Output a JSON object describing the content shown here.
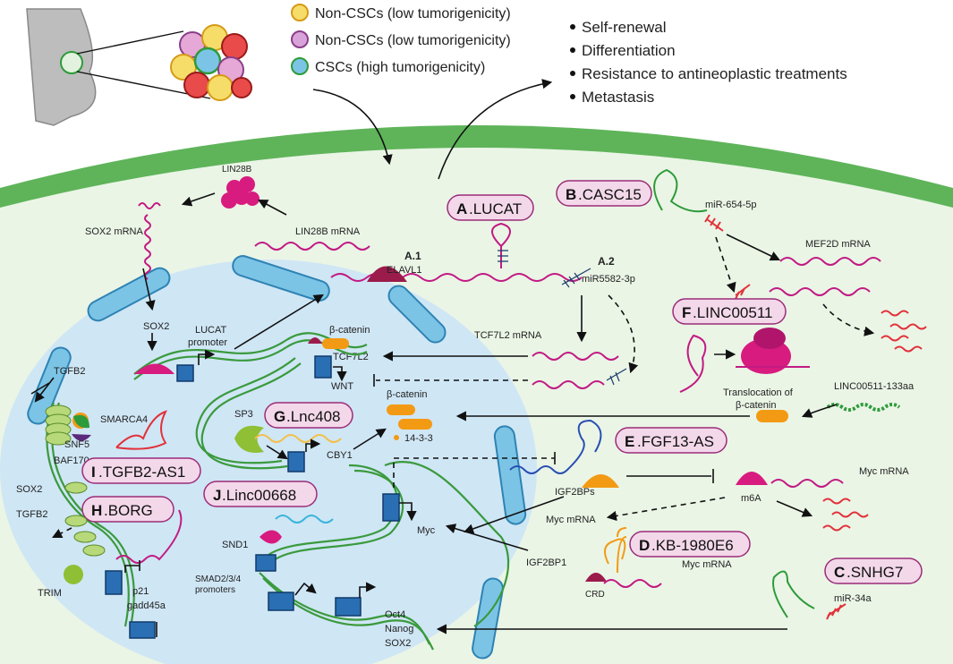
{
  "legend": {
    "item1": "Non-CSCs (low tumorigenicity)",
    "item2": "Non-CSCs (low tumorigenicity)",
    "item3": "CSCs (high tumorigenicity)"
  },
  "properties": [
    "Self-renewal",
    "Differentiation",
    "Resistance to antineoplastic treatments",
    "Metastasis"
  ],
  "lncrnas": {
    "A": {
      "letter": "A",
      "name": ".LUCAT"
    },
    "B": {
      "letter": "B",
      "name": ".CASC15"
    },
    "C": {
      "letter": "C",
      "name": ".SNHG7"
    },
    "D": {
      "letter": "D",
      "name": ".KB-1980E6"
    },
    "E": {
      "letter": "E",
      "name": ".FGF13-AS"
    },
    "F": {
      "letter": "F",
      "name": ".LINC00511"
    },
    "G": {
      "letter": "G",
      "name": ".Lnc408"
    },
    "H": {
      "letter": "H",
      "name": ".BORG"
    },
    "I": {
      "letter": "I",
      "name": ".TGFB2-AS1"
    },
    "J": {
      "letter": "J",
      "name": " .Linc00668"
    }
  },
  "labels": {
    "lin28b": "LIN28B",
    "lin28b_mrna": "LIN28B mRNA",
    "sox2_mrna": "SOX2 mRNA",
    "sox2": "SOX2",
    "lucat_promoter_1": "LUCAT",
    "lucat_promoter_2": "promoter",
    "a1": "A.1",
    "a2": "A.2",
    "elavl1": "ELAVL1",
    "mir5582": "miR5582-3p",
    "beta_catenin_top": "β-catenin",
    "wnt": "WNT",
    "tcf7l2": "TCF7L2",
    "tcf7l2_mrna": "TCF7L2 mRNA",
    "mir654": "miR-654-5p",
    "mef2d_mrna": "MEF2D mRNA",
    "translocation_1": "Translocation of",
    "translocation_2": "β-catenin",
    "linc00511_133aa": "LINC00511-133aa",
    "beta_catenin_mid": "β-catenin",
    "p14_3_3": "14-3-3",
    "sp3": "SP3",
    "cby1": "CBY1",
    "tgfb2_top": "TGFB2",
    "smarca4": "SMARCA4",
    "snf5": "SNF5",
    "baf170": "BAF170",
    "sox2_left": "SOX2",
    "tgfb2_left": "TGFB2",
    "trim": "TRIM",
    "p21": "p21",
    "gadd45a": "gadd45a",
    "igf2bps": "IGF2BPs",
    "myc_mrna_1": "Myc mRNA",
    "m6a": "m6A",
    "myc_mrna_2": "Myc mRNA",
    "myc": "Myc",
    "snd1": "SND1",
    "smad_1": "SMAD2/3/4",
    "smad_2": "promoters",
    "igf2bp1": "IGF2BP1",
    "crd": "CRD",
    "myc_mrna_3": "Myc mRNA",
    "mir34a": "miR-34a",
    "oct4": "Oct4",
    "nanog": "Nanog",
    "sox2_bottom": "SOX2"
  },
  "colors": {
    "lncrna_label_fill": "#f3d8ea",
    "lncrna_label_stroke": "#9b2c78",
    "membrane": "#5fb45a",
    "cytoplasm": "#eaf5e6",
    "nucleus": "#cfe6f5",
    "rna": "#c21a83",
    "mirna": "#e2313a",
    "dna": "#3a9a3c",
    "gene": "#2a6fb3",
    "beta_catenin": "#f39a14"
  }
}
